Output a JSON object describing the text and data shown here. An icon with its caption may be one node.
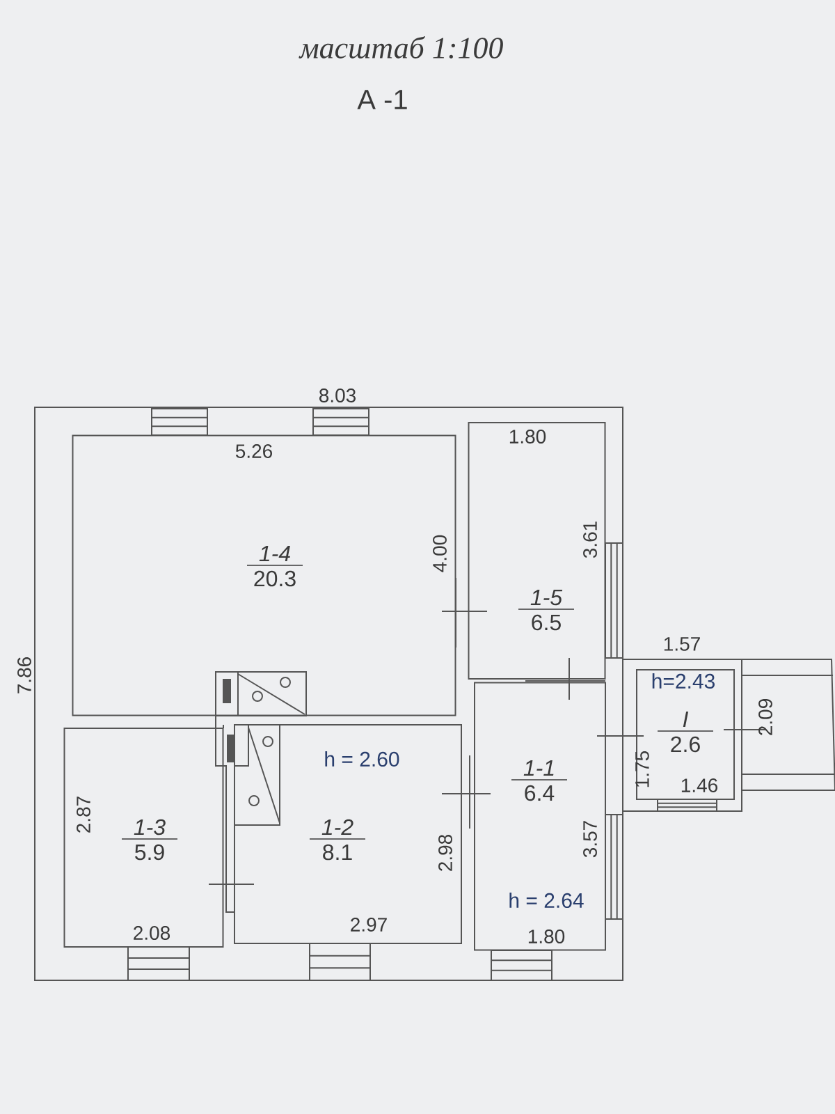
{
  "diagram": {
    "title": "масштаб 1:100",
    "nodes": [
      {
        "text": [
          "1-4",
          "20.3"
        ]
      },
      {
        "text": [
          "1-5",
          "6.5"
        ]
      },
      {
        "text": [
          "1-1",
          "6.4"
        ]
      },
      {
        "text": [
          "I",
          "2.6"
        ]
      },
      {
        "text": [
          "1-3",
          "5.9"
        ]
      },
      {
        "text": [
          "1-2",
          "8.1"
        ]
      }
    ],
    "labels": [
      "А -1",
      "8.03",
      "5.26",
      "1.80",
      "4.00",
      "3.61",
      "7.86",
      "1.57",
      "h=2.43",
      "2.09",
      "h = 2.60",
      "1.75",
      "1.46",
      "2.87",
      "2.98",
      "3.57",
      "h = 2.64",
      "2.08",
      "2.97",
      "1.80"
    ]
  }
}
